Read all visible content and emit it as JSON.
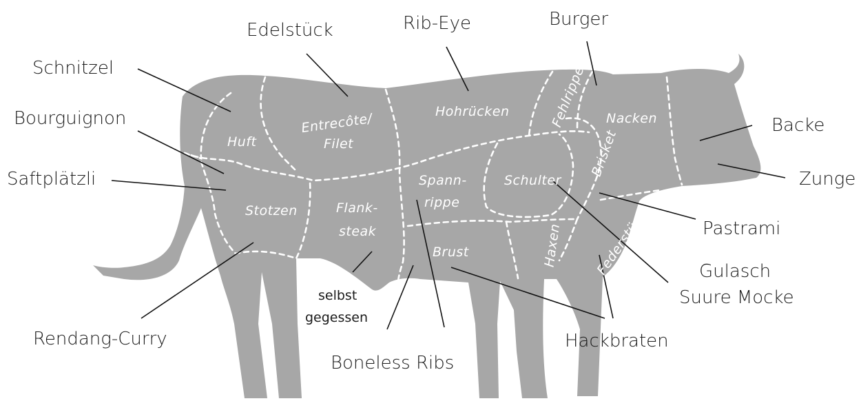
{
  "colors": {
    "body": "#a7a7a7",
    "cut_lines": "#ffffff",
    "label_text": "#1a1a1a",
    "leader_lines": "#111111"
  },
  "external_labels": {
    "edelstueck": "Edelstück",
    "rib_eye": "Rib-Eye",
    "burger": "Burger",
    "schnitzel": "Schnitzel",
    "bourguignon": "Bourguignon",
    "saftplaetzli": "Saftplätzli",
    "backe": "Backe",
    "zunge": "Zunge",
    "pastrami": "Pastrami",
    "gulasch_line1": "Gulasch",
    "gulasch_line2": "Suure Mocke",
    "selbst_line1": "selbst",
    "selbst_line2": "gegessen",
    "rendang": "Rendang-Curry",
    "boneless": "Boneless Ribs",
    "hackbraten": "Hackbraten"
  },
  "cuts": {
    "huft": "Huft",
    "entrecote_line1": "Entrecôte/",
    "entrecote_line2": "Filet",
    "hohruecken": "Hohrücken",
    "fehlrippe": "Fehlrippe",
    "nacken": "Nacken",
    "brisket": "Brisket",
    "stotzen": "Stotzen",
    "flank_line1": "Flank-",
    "flank_line2": "steak",
    "spann_line1": "Spann-",
    "spann_line2": "rippe",
    "schulter": "Schulter",
    "brust": "Brust",
    "haxen": "Haxen",
    "federstueck": "Federstück"
  }
}
